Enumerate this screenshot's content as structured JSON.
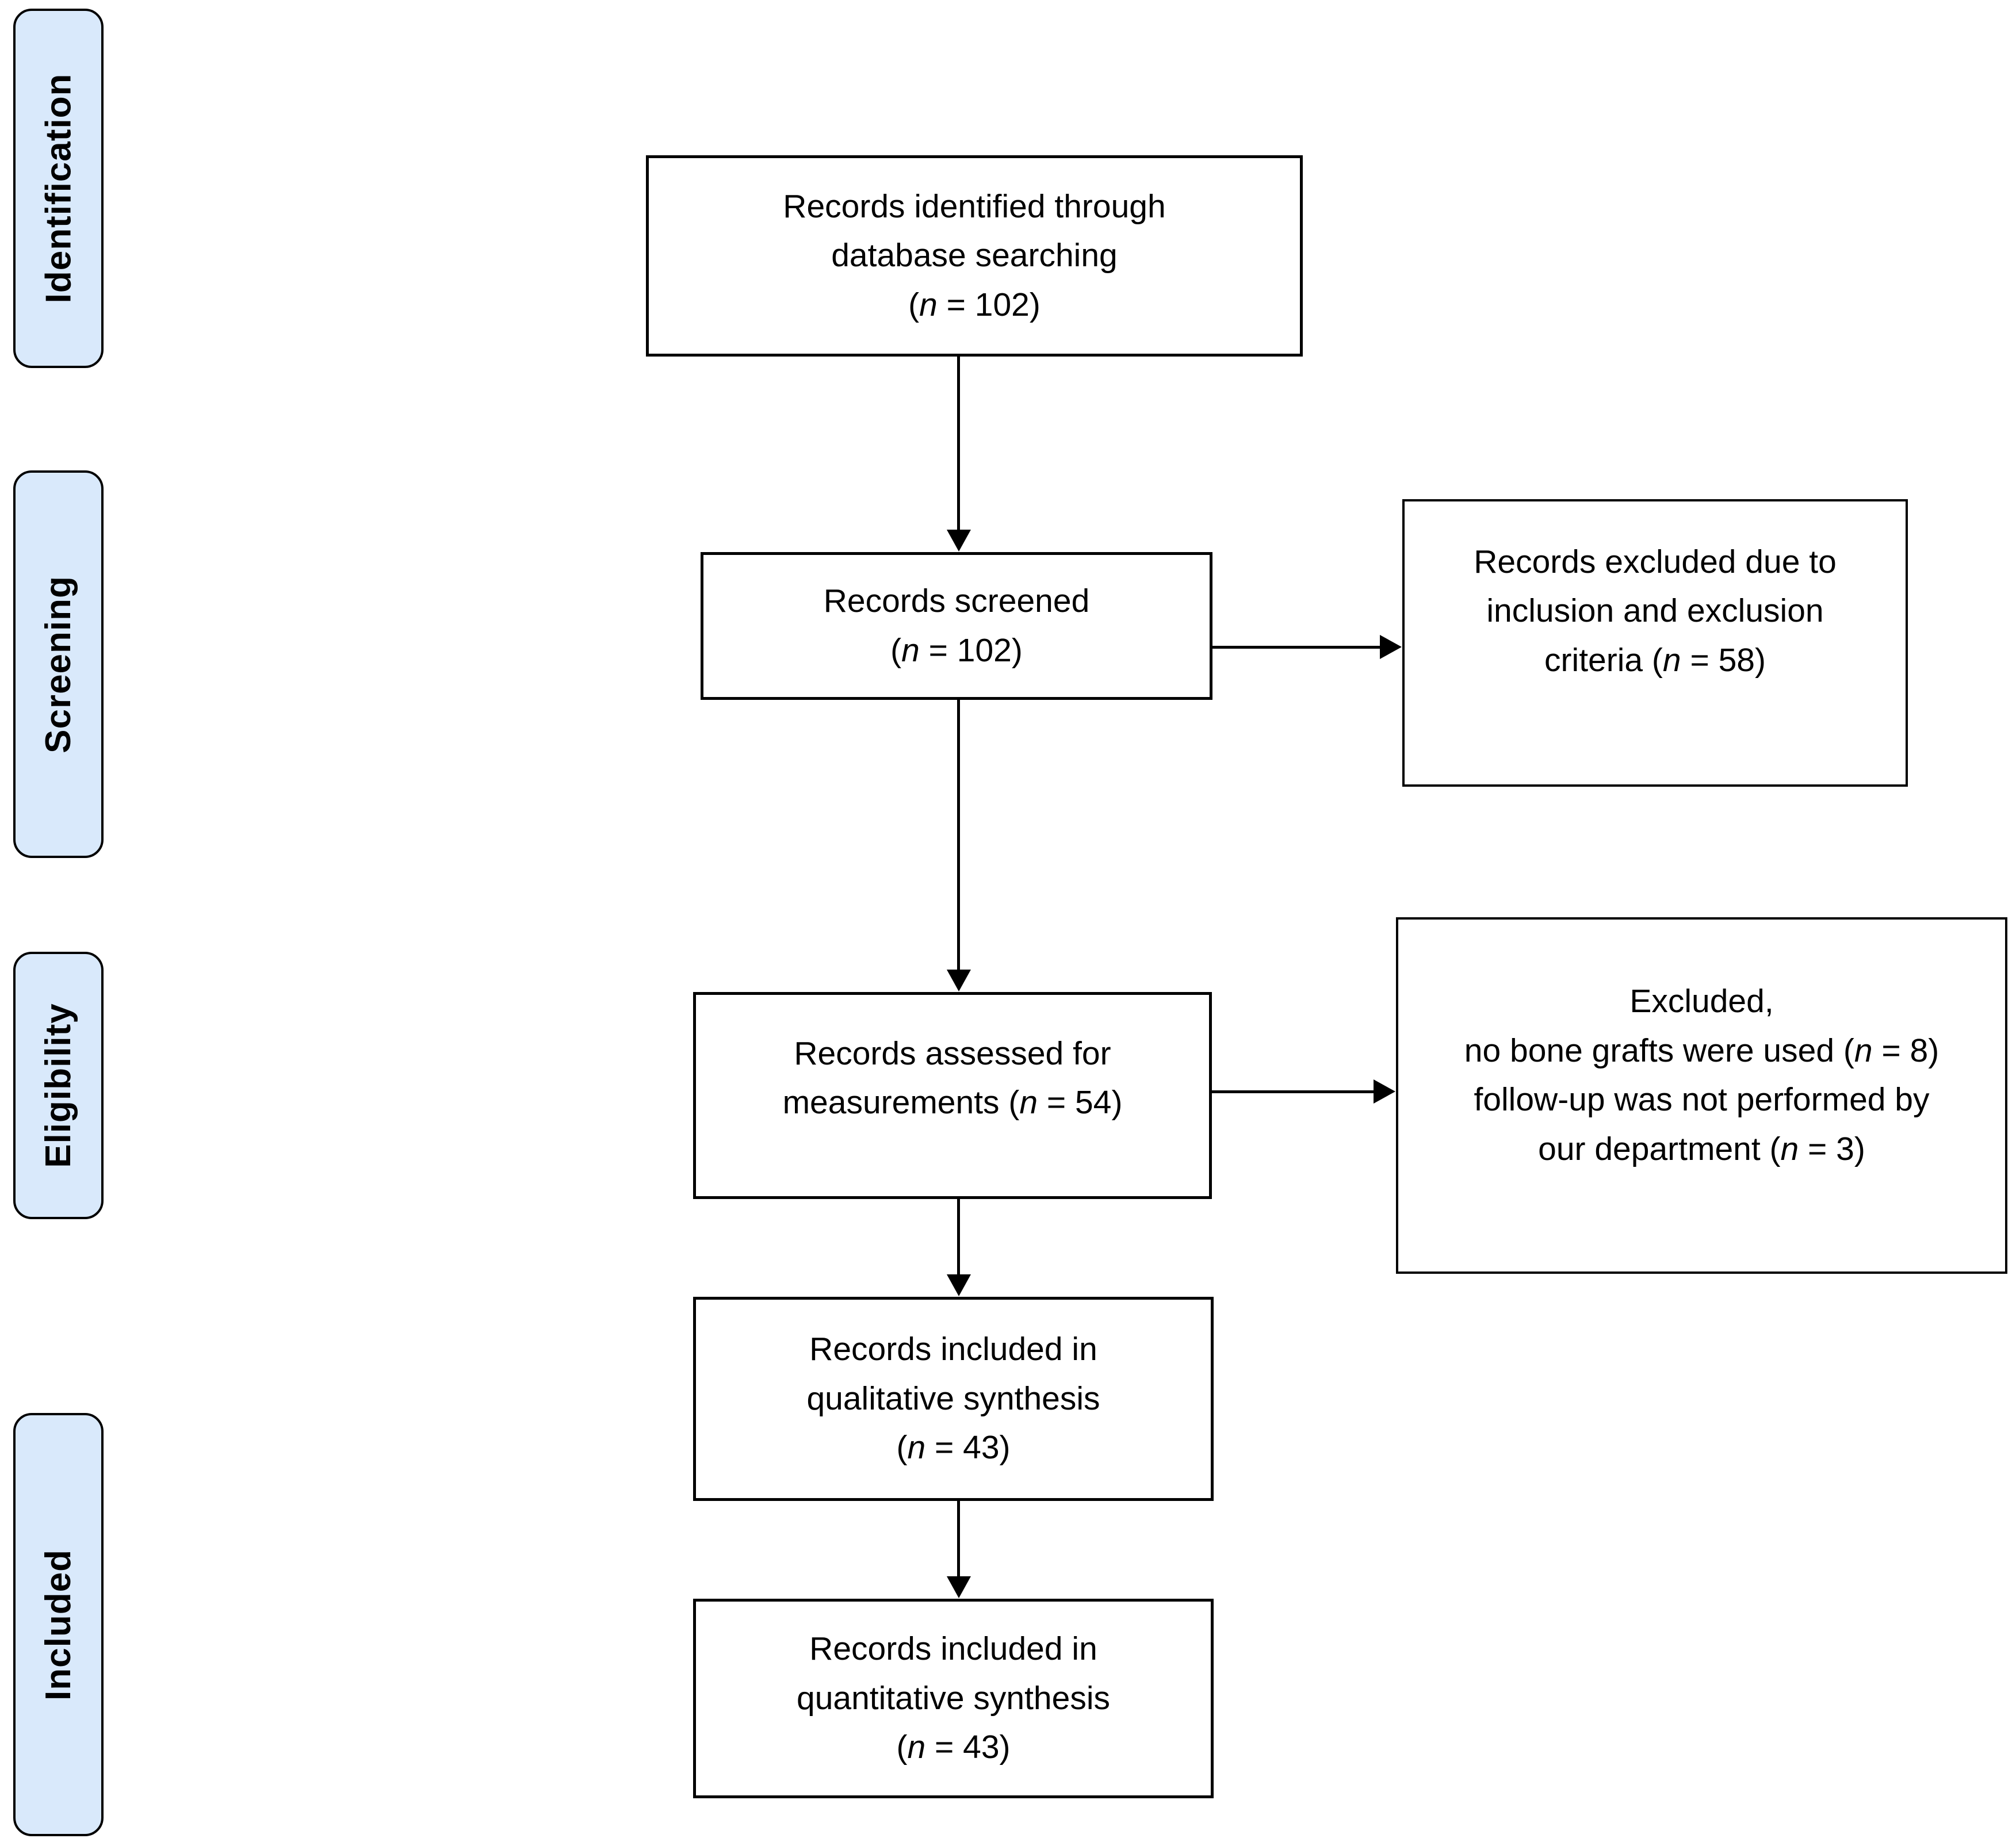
{
  "colors": {
    "stage_fill": "#d9e9fb",
    "box_fill": "#ffffff",
    "line_color": "#000000"
  },
  "stages": [
    {
      "label": "Identification"
    },
    {
      "label": "Screening"
    },
    {
      "label": "Eligibility"
    },
    {
      "label": "Included"
    }
  ],
  "flow_boxes": [
    {
      "text": "Records identified through\ndatabase searching\n(*n* = 102)"
    },
    {
      "text": "Records screened\n(*n* = 102)"
    },
    {
      "text": "Records assessed for\nmeasurements (*n* = 54)"
    },
    {
      "text": "Records included in\nqualitative synthesis\n(*n* = 43)"
    },
    {
      "text": "Records included in\nquantitative synthesis\n(*n* = 43)"
    }
  ],
  "side_boxes": [
    {
      "text": "Records excluded due to\ninclusion and exclusion\ncriteria (*n* = 58)"
    },
    {
      "text": "Excluded,\nno bone grafts were used (*n* = 8)\nfollow-up was not performed by\nour department (*n* = 3)"
    }
  ]
}
